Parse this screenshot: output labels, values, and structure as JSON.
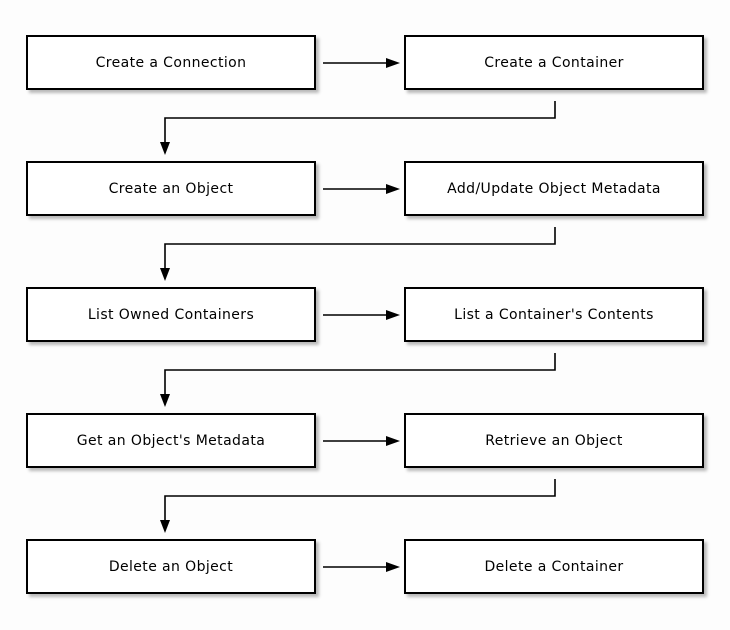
{
  "diagram": {
    "type": "flowchart",
    "colors": {
      "background": "#fdfdfd",
      "node_fill": "#ffffff",
      "node_border": "#000000",
      "connector": "#000000"
    },
    "nodes": [
      {
        "id": "create-connection",
        "row": 1,
        "col": "left",
        "label": "Create a Connection"
      },
      {
        "id": "create-container",
        "row": 1,
        "col": "right",
        "label": "Create a Container"
      },
      {
        "id": "create-object",
        "row": 2,
        "col": "left",
        "label": "Create an Object"
      },
      {
        "id": "add-update-metadata",
        "row": 2,
        "col": "right",
        "label": "Add/Update Object Metadata"
      },
      {
        "id": "list-owned-containers",
        "row": 3,
        "col": "left",
        "label": "List Owned Containers"
      },
      {
        "id": "list-container-contents",
        "row": 3,
        "col": "right",
        "label": "List a Container's Contents"
      },
      {
        "id": "get-object-metadata",
        "row": 4,
        "col": "left",
        "label": "Get an Object's Metadata"
      },
      {
        "id": "retrieve-object",
        "row": 4,
        "col": "right",
        "label": "Retrieve an Object"
      },
      {
        "id": "delete-object",
        "row": 5,
        "col": "left",
        "label": "Delete an Object"
      },
      {
        "id": "delete-container",
        "row": 5,
        "col": "right",
        "label": "Delete a Container"
      }
    ],
    "edges": [
      {
        "from": "create-connection",
        "to": "create-container",
        "shape": "straight-right"
      },
      {
        "from": "create-container",
        "to": "create-object",
        "shape": "down-left-down"
      },
      {
        "from": "create-object",
        "to": "add-update-metadata",
        "shape": "straight-right"
      },
      {
        "from": "add-update-metadata",
        "to": "list-owned-containers",
        "shape": "down-left-down"
      },
      {
        "from": "list-owned-containers",
        "to": "list-container-contents",
        "shape": "straight-right"
      },
      {
        "from": "list-container-contents",
        "to": "get-object-metadata",
        "shape": "down-left-down"
      },
      {
        "from": "get-object-metadata",
        "to": "retrieve-object",
        "shape": "straight-right"
      },
      {
        "from": "retrieve-object",
        "to": "delete-object",
        "shape": "down-left-down"
      },
      {
        "from": "delete-object",
        "to": "delete-container",
        "shape": "straight-right"
      }
    ]
  }
}
